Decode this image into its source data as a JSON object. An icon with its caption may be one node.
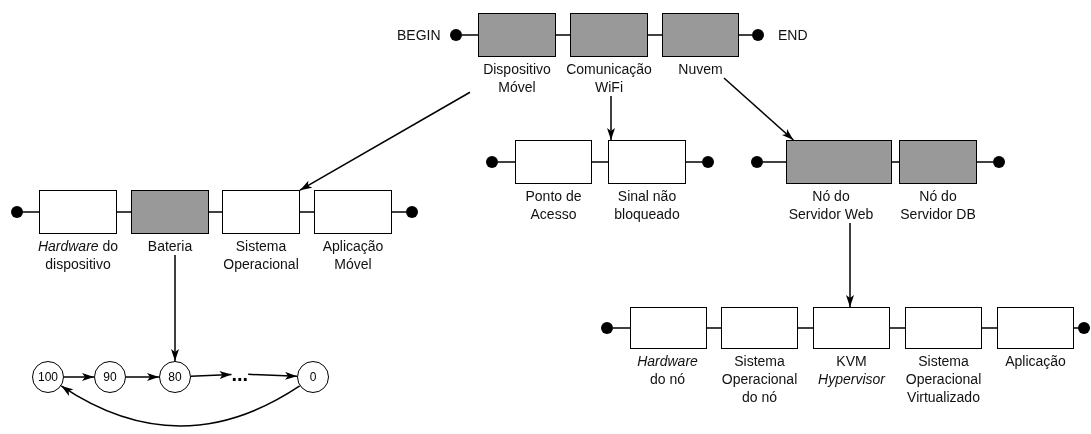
{
  "diagram": {
    "nodes": [
      {
        "text": [],
        "shape": "circle",
        "beside": [
          "BEGIN"
        ]
      },
      {
        "text": [
          "Dispositivo Móvel"
        ]
      },
      {
        "text": [
          "Comunicação WiFi"
        ]
      },
      {
        "text": [
          "Nuvem"
        ]
      },
      {
        "text": [],
        "shape": "circle",
        "beside": [
          "END"
        ]
      },
      {
        "text": [],
        "shape": "circle"
      },
      {
        "text": [
          "*Hardware* do dispositivo"
        ]
      },
      {
        "text": [
          "Bateria"
        ]
      },
      {
        "text": [
          "Sistema Operacional"
        ]
      },
      {
        "text": [
          "Aplicação Móvel"
        ]
      },
      {
        "text": [],
        "shape": "circle"
      },
      {
        "text": [],
        "shape": "circle"
      },
      {
        "text": [
          "Ponto de Acesso"
        ]
      },
      {
        "text": [
          "Sinal não bloqueado"
        ]
      },
      {
        "text": [],
        "shape": "circle"
      },
      {
        "text": [],
        "shape": "circle"
      },
      {
        "text": [
          "Nó do Servidor Web"
        ]
      },
      {
        "text": [
          "Nó do Servidor DB"
        ]
      },
      {
        "text": [],
        "shape": "circle"
      },
      {
        "text": [],
        "shape": "circle"
      },
      {
        "text": [
          "*Hardware* do nó"
        ]
      },
      {
        "text": [
          "Sistema Operacional do nó"
        ]
      },
      {
        "text": [
          "KVM *Hypervisor*"
        ]
      },
      {
        "text": [
          "Sistema Operacional Virtualizado"
        ]
      },
      {
        "text": [
          "Aplicação"
        ]
      },
      {
        "text": [],
        "shape": "circle"
      },
      {
        "text": [
          "100"
        ]
      },
      {
        "text": [
          "90"
        ]
      },
      {
        "text": [
          "80"
        ]
      },
      {
        "text": [
          "..."
        ]
      },
      {
        "text": [
          "0"
        ]
      }
    ],
    "edges": [
      {
        "from": 0,
        "to": 1,
        "arrow": "none"
      },
      {
        "from": 1,
        "to": 2,
        "arrow": "none"
      },
      {
        "from": 2,
        "to": 3,
        "arrow": "none"
      },
      {
        "from": 3,
        "to": 4,
        "arrow": "none"
      },
      {
        "from": 5,
        "to": 6,
        "arrow": "none"
      },
      {
        "from": 6,
        "to": 7,
        "arrow": "none"
      },
      {
        "from": 7,
        "to": 8,
        "arrow": "none"
      },
      {
        "from": 8,
        "to": 9,
        "arrow": "none"
      },
      {
        "from": 9,
        "to": 10,
        "arrow": "none"
      },
      {
        "from": 11,
        "to": 12,
        "arrow": "none"
      },
      {
        "from": 12,
        "to": 13,
        "arrow": "none"
      },
      {
        "from": 13,
        "to": 14,
        "arrow": "none"
      },
      {
        "from": 15,
        "to": 16,
        "arrow": "none"
      },
      {
        "from": 16,
        "to": 17,
        "arrow": "none"
      },
      {
        "from": 17,
        "to": 18,
        "arrow": "none"
      },
      {
        "from": 19,
        "to": 20,
        "arrow": "none"
      },
      {
        "from": 20,
        "to": 21,
        "arrow": "none"
      },
      {
        "from": 21,
        "to": 22,
        "arrow": "none"
      },
      {
        "from": 22,
        "to": 23,
        "arrow": "none"
      },
      {
        "from": 23,
        "to": 24,
        "arrow": "none"
      },
      {
        "from": 24,
        "to": 25,
        "arrow": "none"
      },
      {
        "from": 1,
        "to": 8,
        "arrow": "to"
      },
      {
        "from": 2,
        "to": 13,
        "arrow": "to"
      },
      {
        "from": 3,
        "to": 16,
        "arrow": "to"
      },
      {
        "from": 7,
        "to": 28,
        "arrow": "to"
      },
      {
        "from": 16,
        "to": 22,
        "arrow": "to"
      },
      {
        "from": 26,
        "to": 27,
        "arrow": "to"
      },
      {
        "from": 27,
        "to": 28,
        "arrow": "to"
      },
      {
        "from": 28,
        "to": 29,
        "arrow": "to"
      },
      {
        "from": 29,
        "to": 30,
        "arrow": "to"
      },
      {
        "from": 30,
        "to": 26,
        "arrow": "to"
      }
    ]
  }
}
